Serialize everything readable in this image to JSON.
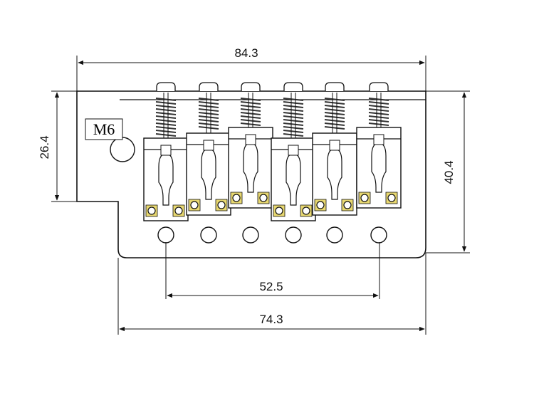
{
  "diagram": {
    "dimensions": {
      "overall_length": "84.3",
      "hole_span": "52.5",
      "plate_length": "74.3",
      "left_height": "26.4",
      "overall_height": "40.4"
    },
    "screw_label": "M6",
    "string_count": 6,
    "colors": {
      "line": "#111111",
      "brass": "#e8d870",
      "spring": "#333333"
    }
  }
}
